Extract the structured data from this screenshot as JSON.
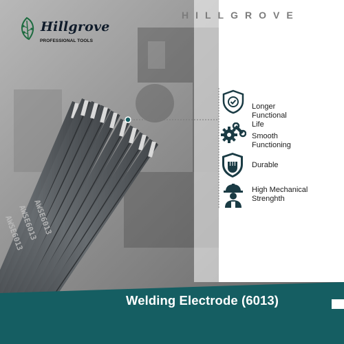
{
  "brand": {
    "name": "Hillgrove",
    "tagline": "PROFESSIONAL TOOLS",
    "watermark": "HILLGROVE",
    "logo_icon": "circuit-leaf-icon"
  },
  "colors": {
    "accent_teal": "#155e62",
    "icon_dark": "#1a3b44",
    "electrode_grey": "#555a5e"
  },
  "product": {
    "electrode_marking": "AWSE6013"
  },
  "features": [
    {
      "label": "Longer Functional Life",
      "icon": "shield-check-icon"
    },
    {
      "label": "Smooth Functioning",
      "icon": "gear-wrench-icon"
    },
    {
      "label": "Durable",
      "icon": "fist-shield-icon"
    },
    {
      "label": "High Mechanical Strenghth",
      "icon": "worker-hardhat-icon"
    }
  ],
  "footer": {
    "title": "Welding Electrode (6013)"
  }
}
